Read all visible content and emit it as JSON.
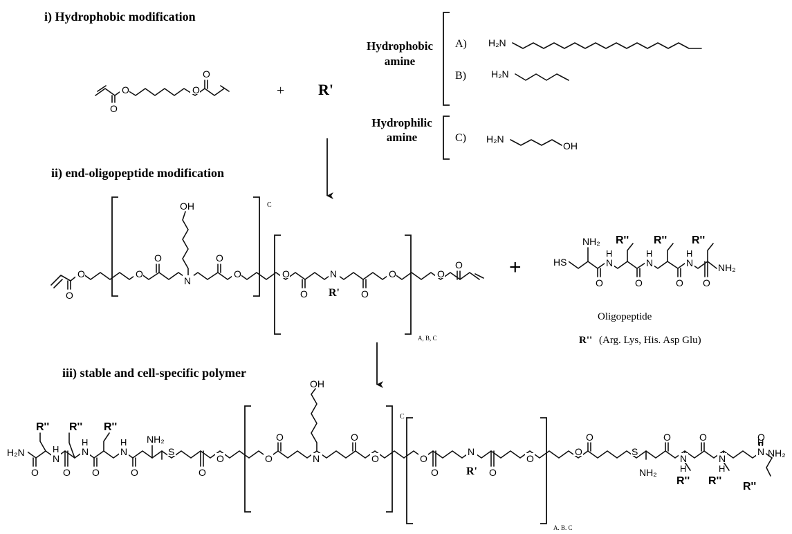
{
  "steps": {
    "step1": "i) Hydrophobic modification",
    "step2": "ii) end-oligopeptide modification",
    "step3": "iii) stable and cell-specific polymer"
  },
  "reactants": {
    "plus": "+",
    "r_prime": "R'"
  },
  "amines": {
    "hydrophobic_line1": "Hydrophobic",
    "hydrophobic_line2": "amine",
    "hydrophilic_line1": "Hydrophilic",
    "hydrophilic_line2": "amine",
    "a_label": "A)",
    "b_label": "B)",
    "c_label": "C)"
  },
  "atoms": {
    "h2n": "H₂N",
    "nh2": "NH₂",
    "oh": "OH",
    "o": "O",
    "n": "N",
    "nh_h": "H",
    "s": "S",
    "hs": "HS",
    "r_prime": "R'",
    "r_dprime": "R''"
  },
  "subscripts": {
    "c": "C",
    "abc": "A, B, C",
    "abc_dots": "A. B. C"
  },
  "oligopeptide": {
    "name": "Oligopeptide",
    "r_label": "R''",
    "r_desc": "(Arg. Lys, His. Asp Glu)"
  },
  "colors": {
    "ink": "#111111",
    "background": "#ffffff"
  }
}
